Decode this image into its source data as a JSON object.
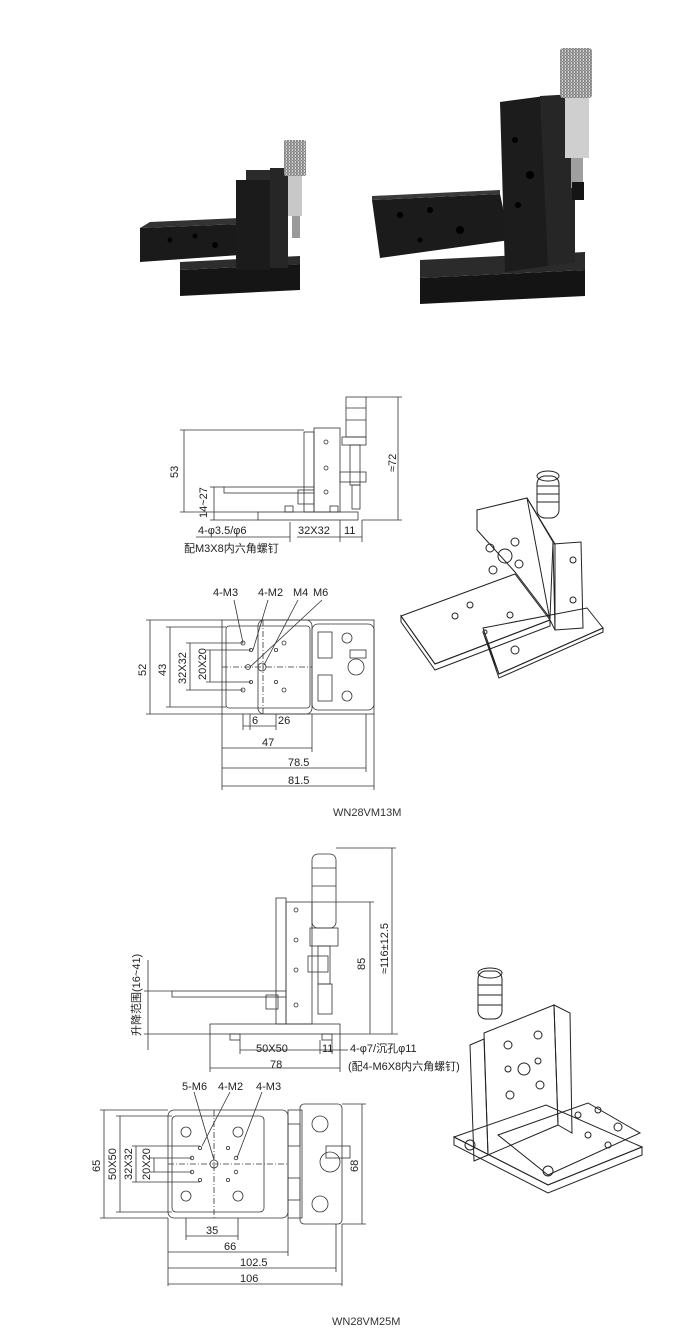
{
  "model_a": {
    "caption": "WN28VM13M",
    "side": {
      "d_53": "53",
      "d_14_27": "14~27",
      "d_72": "≈72",
      "d_holes": "4-φ3.5/φ6",
      "d_32x32": "32X32",
      "d_11": "11",
      "note": "配M3X8内六角螺钉"
    },
    "top": {
      "l_m3": "4-M3",
      "l_m2": "4-M2",
      "l_m4": "M4",
      "l_m6": "M6",
      "d_52": "52",
      "d_43": "43",
      "d_32x32": "32X32",
      "d_20x20": "20X20",
      "d_6": "6",
      "d_26": "26",
      "d_47": "47",
      "d_78_5": "78.5",
      "d_81_5": "81.5"
    }
  },
  "model_b": {
    "caption": "WN28VM25M",
    "side": {
      "d_range": "升降范围(16~41)",
      "d_85": "85",
      "d_116": "≈116±12.5",
      "d_50x50": "50X50",
      "d_11": "11",
      "d_78": "78",
      "d_holes": "4-φ7/沉孔φ11",
      "note": "(配4-M6X8内六角螺钉)"
    },
    "top": {
      "l_m6": "5-M6",
      "l_m2": "4-M2",
      "l_m3": "4-M3",
      "d_65": "65",
      "d_50x50": "50X50",
      "d_32x32": "32X32",
      "d_20x20": "20X20",
      "d_68": "68",
      "d_35": "35",
      "d_66": "66",
      "d_102_5": "102.5",
      "d_106": "106"
    }
  },
  "colors": {
    "body": "#1e1e1e",
    "body_edge": "#3a3a3a",
    "metal": "#bdbdbd",
    "line": "#333333"
  }
}
